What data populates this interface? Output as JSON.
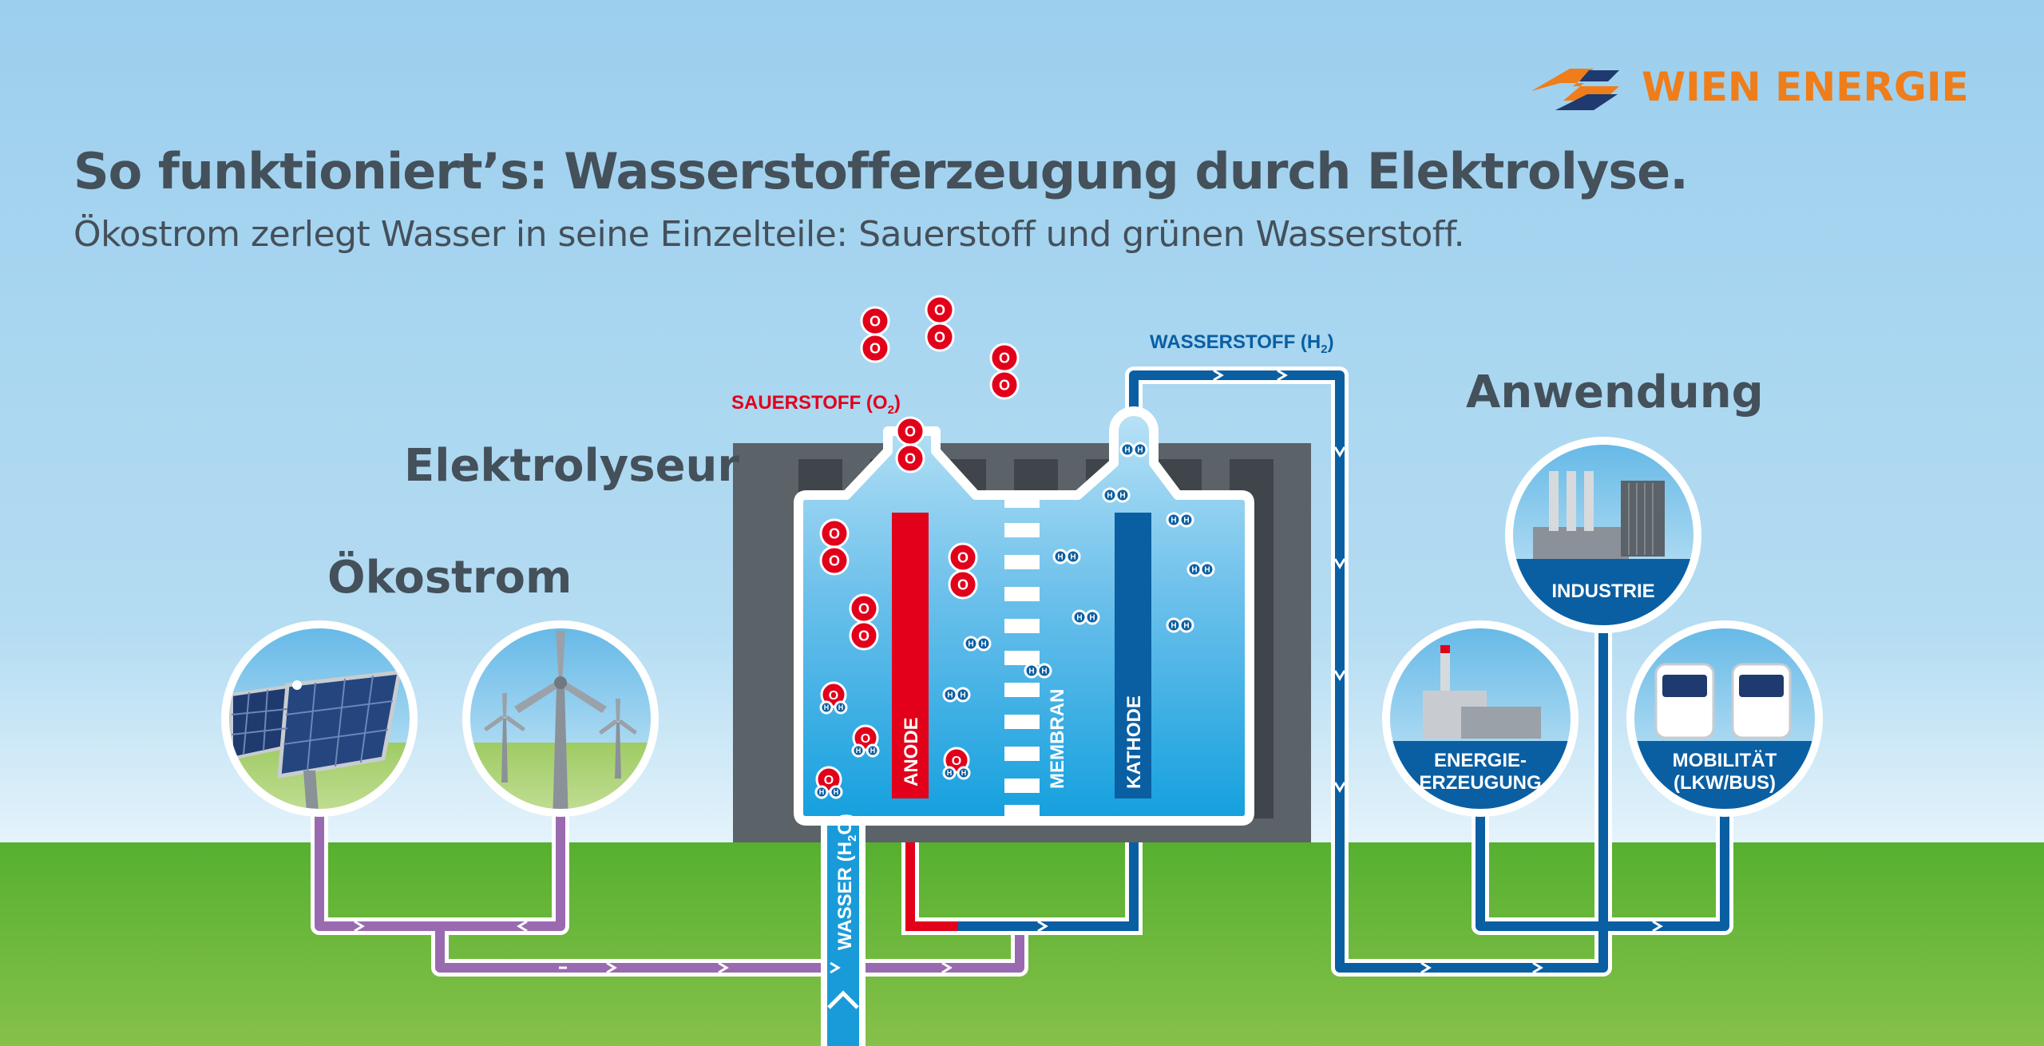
{
  "header": {
    "title": "So funktioniert’s: Wasserstofferzeugung durch Elektrolyse.",
    "subtitle": "Ökostrom zerlegt Wasser in seine Einzelteile: Sauerstoff und grünen Wasserstoff."
  },
  "logo": {
    "text": "WIEN ENERGIE",
    "color": "#ef7d1a",
    "navy": "#1f3a6e"
  },
  "sections": {
    "oekostrom": "Ökostrom",
    "elektrolyseur": "Elektrolyseur",
    "anwendung": "Anwendung"
  },
  "labels": {
    "sauerstoff": "SAUERSTOFF (O",
    "sauerstoff_sub": "2",
    "sauerstoff_end": ")",
    "wasserstoff": "WASSERSTOFF (H",
    "wasserstoff_sub": "2",
    "wasserstoff_end": ")",
    "anode": "ANODE",
    "membran": "MEMBRAN",
    "kathode": "KATHODE",
    "wasser": "WASSER (H",
    "wasser_sub": "2",
    "wasser_mid": "O)"
  },
  "applications": {
    "industrie": "INDUSTRIE",
    "energie_line1": "ENERGIE-",
    "energie_line2": "ERZEUGUNG",
    "mobil_line1": "MOBILITÄT",
    "mobil_line2": "(LKW/BUS)"
  },
  "molecules": {
    "oxygen": "O",
    "hydrogen": "H"
  },
  "colors": {
    "sky": "#9fd0ee",
    "grass": "#5fb236",
    "text": "#44505a",
    "oxygen_red": "#e2001a",
    "hydrogen_blue": "#0a5fa3",
    "water_blue": "#1a9bd9",
    "power_purple": "#9a6ab0",
    "housing_grey": "#5b6268"
  }
}
